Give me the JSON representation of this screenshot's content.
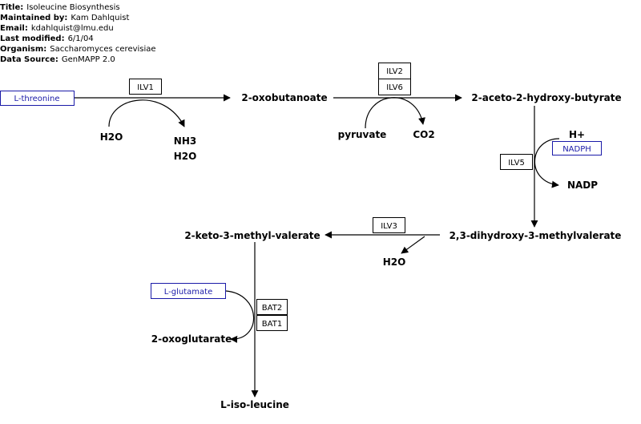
{
  "meta": {
    "title_key": "Title:",
    "title": "Isoleucine Biosynthesis",
    "maintained_key": "Maintained by:",
    "maintained": "Kam Dahlquist",
    "email_key": "Email:",
    "email": "kdahlquist@lmu.edu",
    "modified_key": "Last modified:",
    "modified": "6/1/04",
    "organism_key": "Organism:",
    "organism": "Saccharomyces cerevisiae",
    "source_key": "Data Source:",
    "source": "GenMAPP 2.0"
  },
  "metabolites": {
    "oxobutanoate": "2-oxobutanoate",
    "acetohydroxybutyrate": "2-aceto-2-hydroxy-butyrate",
    "dihydroxymethylvalerate": "2,3-dihydroxy-3-methylvalerate",
    "ketomethylvalerate": "2-keto-3-methyl-valerate",
    "isoleucine": "L-iso-leucine",
    "h2o_1": "H2O",
    "nh3": "NH3",
    "h2o_2": "H2O",
    "pyruvate": "pyruvate",
    "co2": "CO2",
    "hplus": "H+",
    "nadp": "NADP",
    "h2o_3": "H2O",
    "oxoglutarate": "2-oxoglutarate"
  },
  "linked": {
    "threonine": "L-threonine",
    "nadph": "NADPH",
    "glutamate": "L-glutamate"
  },
  "genes": {
    "ilv1": "ILV1",
    "ilv2": "ILV2",
    "ilv6": "ILV6",
    "ilv5": "ILV5",
    "ilv3": "ILV3",
    "bat2": "BAT2",
    "bat1": "BAT1"
  },
  "colors": {
    "link": "#1a1aa8",
    "line": "#000000"
  }
}
